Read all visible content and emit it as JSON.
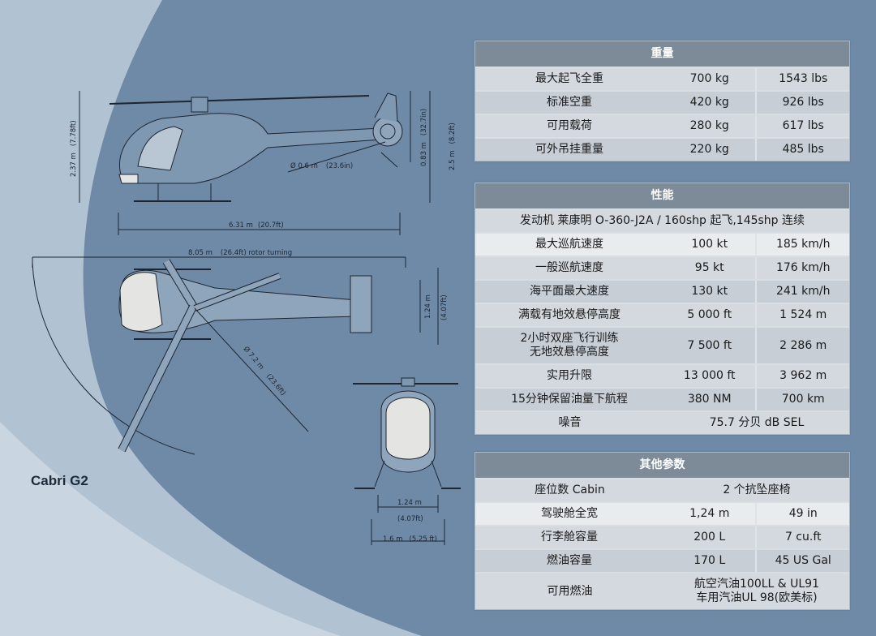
{
  "model_name": "Cabri G2",
  "dimensions": {
    "height_m": "2.37  m",
    "height_ft": "(7.78ft)",
    "fuselage_diam_m": "Ø  0.6  m",
    "fuselage_diam_in": "(23.6in)",
    "tail_m": "0.83  m",
    "tail_in": "(32.7in)",
    "tail_h_m": "2.5  m",
    "tail_h_ft": "(8.2ft)",
    "length_m": "6.31  m",
    "length_ft": "(20.7ft)",
    "rotor_len_m": "8.05   m",
    "rotor_len_ft": "(26.4ft) rotor turning",
    "rotor_diam_m": "Ø  7.2  m",
    "rotor_diam_ft": "(23.6ft)",
    "width_m": "1.24  m",
    "width_ft": "(4.07ft)",
    "front_width_m": "1.24  m",
    "front_width_ft": "(4.07ft)",
    "front_skid_m": "1.6  m",
    "front_skid_ft": "(5.25 ft)"
  },
  "weight": {
    "title": "重量",
    "rows": [
      {
        "label": "最大起飞全重",
        "v1": "700 kg",
        "v2": "1543 lbs"
      },
      {
        "label": "标准空重",
        "v1": "420 kg",
        "v2": "926 lbs"
      },
      {
        "label": "可用载荷",
        "v1": "280 kg",
        "v2": "617 lbs"
      },
      {
        "label": "可外吊挂重量",
        "v1": "220 kg",
        "v2": "485 lbs"
      }
    ]
  },
  "performance": {
    "title": "性能",
    "engine": "发动机   莱康明 O-360-J2A / 160shp 起飞,145shp 连续",
    "rows": [
      {
        "label": "最大巡航速度",
        "v1": "100 kt",
        "v2": "185 km/h"
      },
      {
        "label": "一般巡航速度",
        "v1": "95 kt",
        "v2": "176 km/h"
      },
      {
        "label": "海平面最大速度",
        "v1": "130 kt",
        "v2": "241 km/h"
      },
      {
        "label": "满载有地效悬停高度",
        "v1": "5 000 ft",
        "v2": "1 524 m"
      },
      {
        "label": "2小时双座飞行训练\n无地效悬停高度",
        "v1": "7 500 ft",
        "v2": "2 286 m"
      },
      {
        "label": "实用升限",
        "v1": "13 000 ft",
        "v2": "3 962 m"
      },
      {
        "label": "15分钟保留油量下航程",
        "v1": "380 NM",
        "v2": "700 km"
      }
    ],
    "noise_label": "噪音",
    "noise_value": "75.7 分贝 dB SEL"
  },
  "other": {
    "title": "其他参数",
    "seats_label": "座位数 Cabin",
    "seats_value": "2 个抗坠座椅",
    "rows": [
      {
        "label": "驾驶舱全宽",
        "v1": "1,24 m",
        "v2": "49 in"
      },
      {
        "label": "行李舱容量",
        "v1": "200 L",
        "v2": "7 cu.ft"
      },
      {
        "label": "燃油容量",
        "v1": "170 L",
        "v2": "45 US Gal"
      }
    ],
    "fuel_label": "可用燃油",
    "fuel_value": "航空汽油100LL & UL91\n车用汽油UL 98(欧美标)"
  },
  "colors": {
    "dark_bg": "#6f8aa6",
    "light_bg": "#a9bccd",
    "header": "#7d8a98"
  }
}
